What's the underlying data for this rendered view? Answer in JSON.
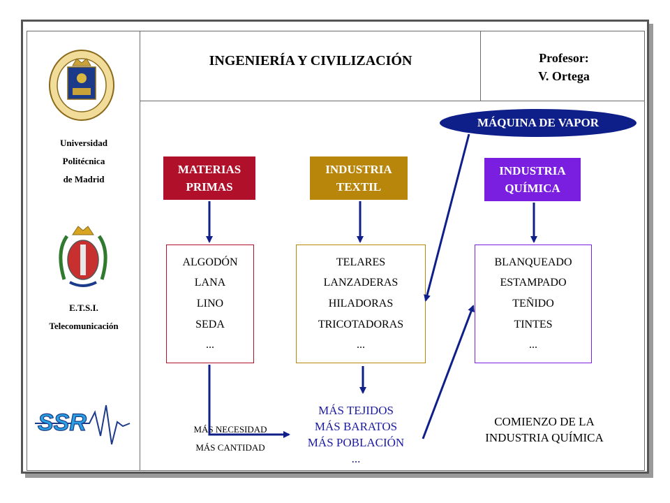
{
  "header": {
    "title": "INGENIERÍA Y CIVILIZACIÓN",
    "professor_label": "Profesor:",
    "professor_name": "V. Ortega"
  },
  "sidebar": {
    "university_lines": [
      "Universidad",
      "Politécnica",
      "de Madrid"
    ],
    "school_lines": [
      "E.T.S.I.",
      "Telecomunicación"
    ],
    "ssr_logo_text": "SSR"
  },
  "diagram": {
    "vapor": "MÁQUINA DE VAPOR",
    "categories": [
      {
        "lines": [
          "MATERIAS",
          "PRIMAS"
        ],
        "color": "#b0102a"
      },
      {
        "lines": [
          "INDUSTRIA",
          "TEXTIL"
        ],
        "color": "#b8860b"
      },
      {
        "lines": [
          "INDUSTRIA",
          "QUÍMICA"
        ],
        "color": "#7a1fe0"
      }
    ],
    "lists": [
      {
        "items": [
          "ALGODÓN",
          "LANA",
          "LINO",
          "SEDA",
          "..."
        ],
        "border": "#b0102a"
      },
      {
        "items": [
          "TELARES",
          "LANZADERAS",
          "HILADORAS",
          "TRICOTADORAS",
          "..."
        ],
        "border": "#b8860b"
      },
      {
        "items": [
          "BLANQUEADO",
          "ESTAMPADO",
          "TEÑIDO",
          "TINTES",
          "..."
        ],
        "border": "#7a1fe0"
      }
    ],
    "need_notes": [
      "MÁS NECESIDAD",
      "MÁS CANTIDAD"
    ],
    "outcome_lines": [
      "MÁS TEJIDOS",
      "MÁS BARATOS",
      "MÁS POBLACIÓN",
      "..."
    ],
    "conclusion_lines": [
      "COMIENZO DE LA",
      "INDUSTRIA QUÍMICA"
    ],
    "arrow_color": "#0f1f8a"
  }
}
